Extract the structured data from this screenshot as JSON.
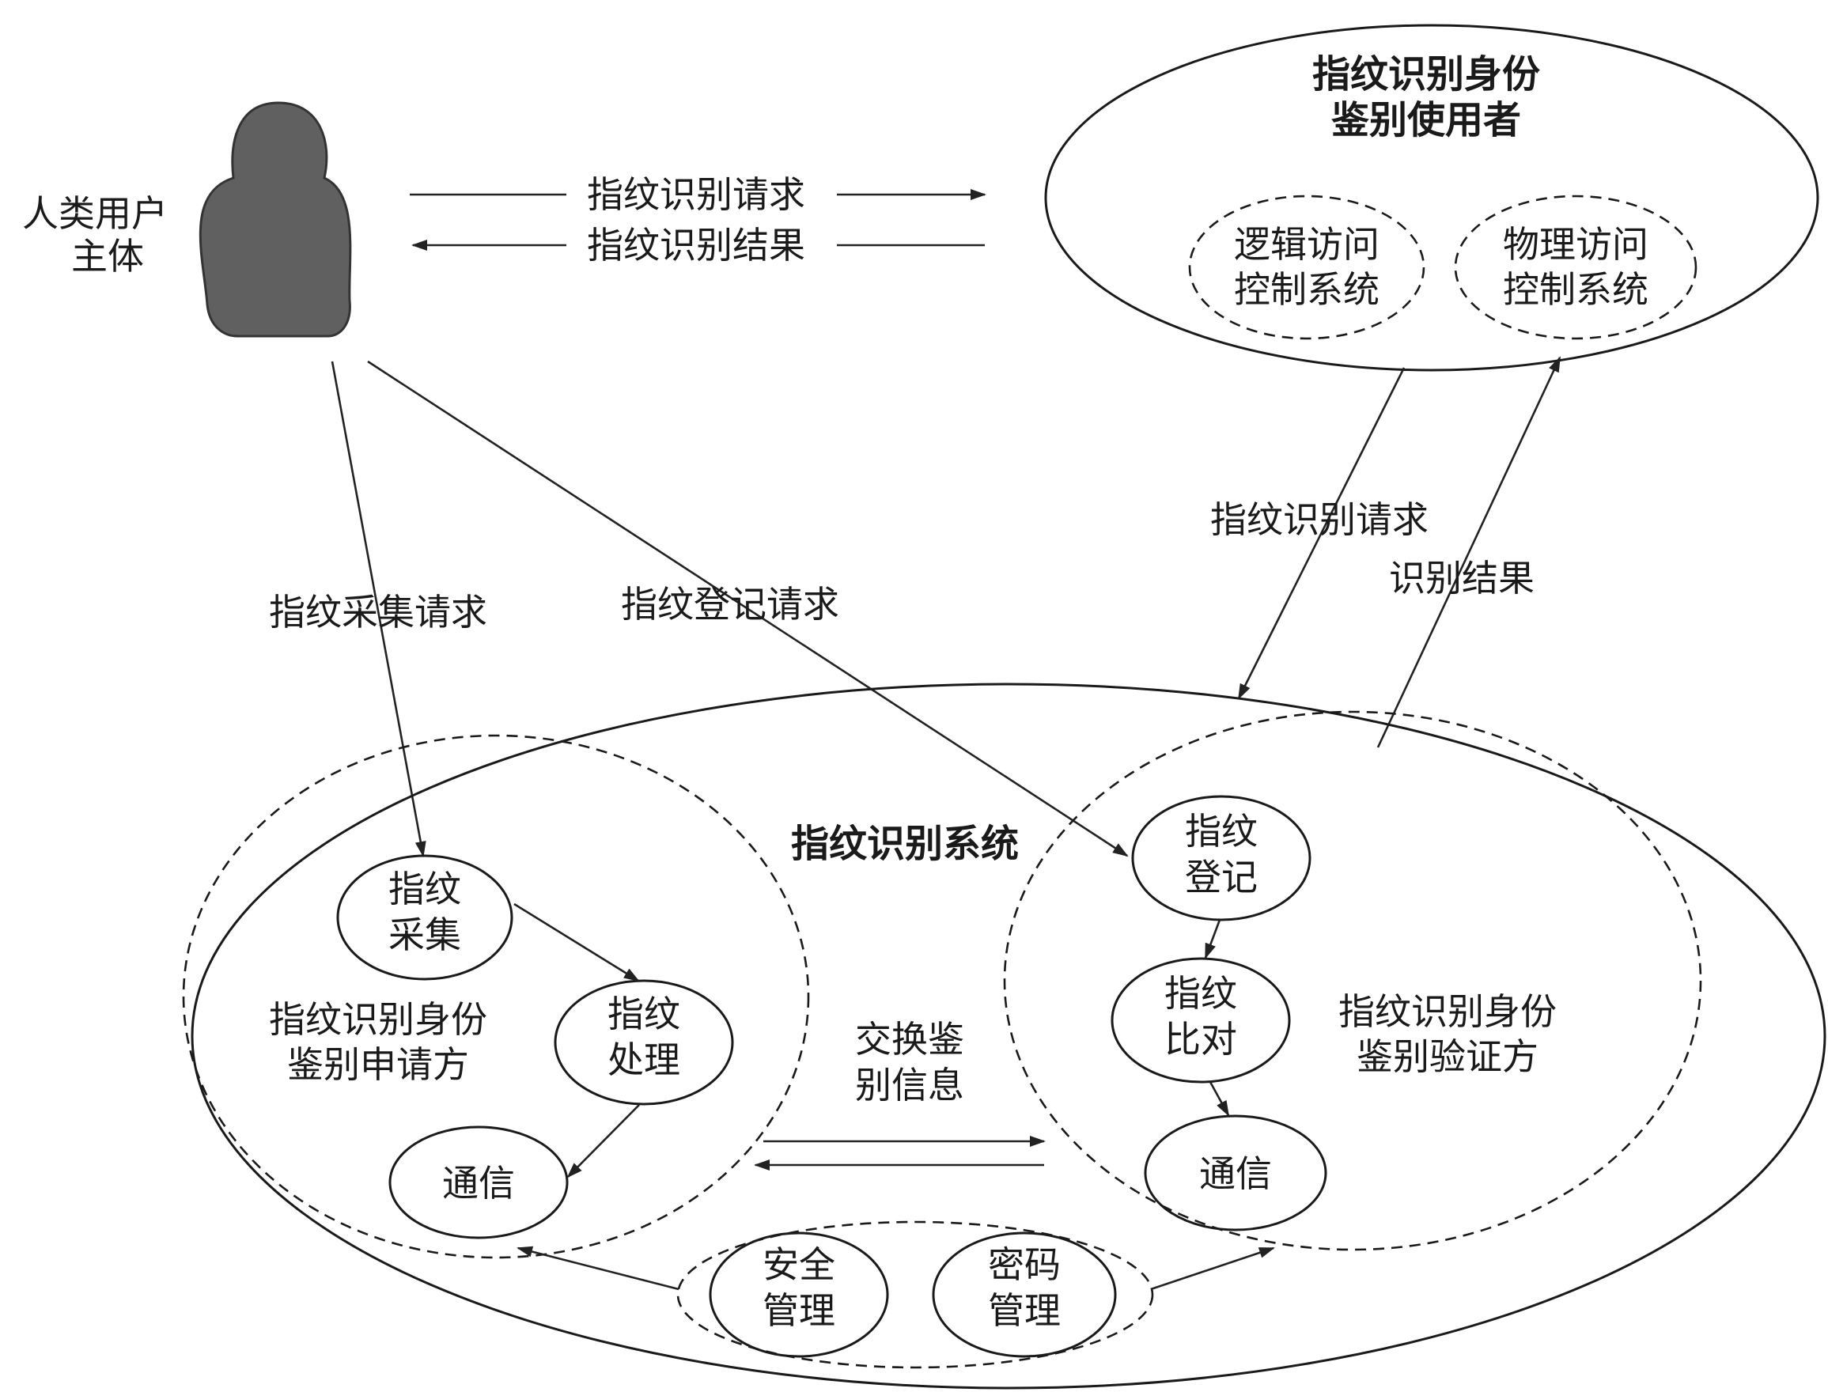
{
  "user": {
    "label_line1": "人类用户",
    "label_line2": "主体"
  },
  "top_arrows": {
    "request": "指纹识别请求",
    "result": "指纹识别结果"
  },
  "relying_party": {
    "title_line1": "指纹识别身份",
    "title_line2": "鉴别使用者",
    "logical": {
      "line1": "逻辑访问",
      "line2": "控制系统"
    },
    "physical": {
      "line1": "物理访问",
      "line2": "控制系统"
    }
  },
  "edges": {
    "collect_request": "指纹采集请求",
    "register_request": "指纹登记请求",
    "ident_request": "指纹识别请求",
    "ident_result": "识别结果",
    "exchange_line1": "交换鉴",
    "exchange_line2": "别信息"
  },
  "system": {
    "title": "指纹识别系统",
    "applicant": {
      "line1": "指纹识别身份",
      "line2": "鉴别申请方",
      "collect": {
        "line1": "指纹",
        "line2": "采集"
      },
      "process": {
        "line1": "指纹",
        "line2": "处理"
      },
      "comm": "通信"
    },
    "verifier": {
      "line1": "指纹识别身份",
      "line2": "鉴别验证方",
      "register": {
        "line1": "指纹",
        "line2": "登记"
      },
      "compare": {
        "line1": "指纹",
        "line2": "比对"
      },
      "comm": "通信"
    },
    "management": {
      "security": {
        "line1": "安全",
        "line2": "管理"
      },
      "crypto": {
        "line1": "密码",
        "line2": "管理"
      }
    }
  }
}
